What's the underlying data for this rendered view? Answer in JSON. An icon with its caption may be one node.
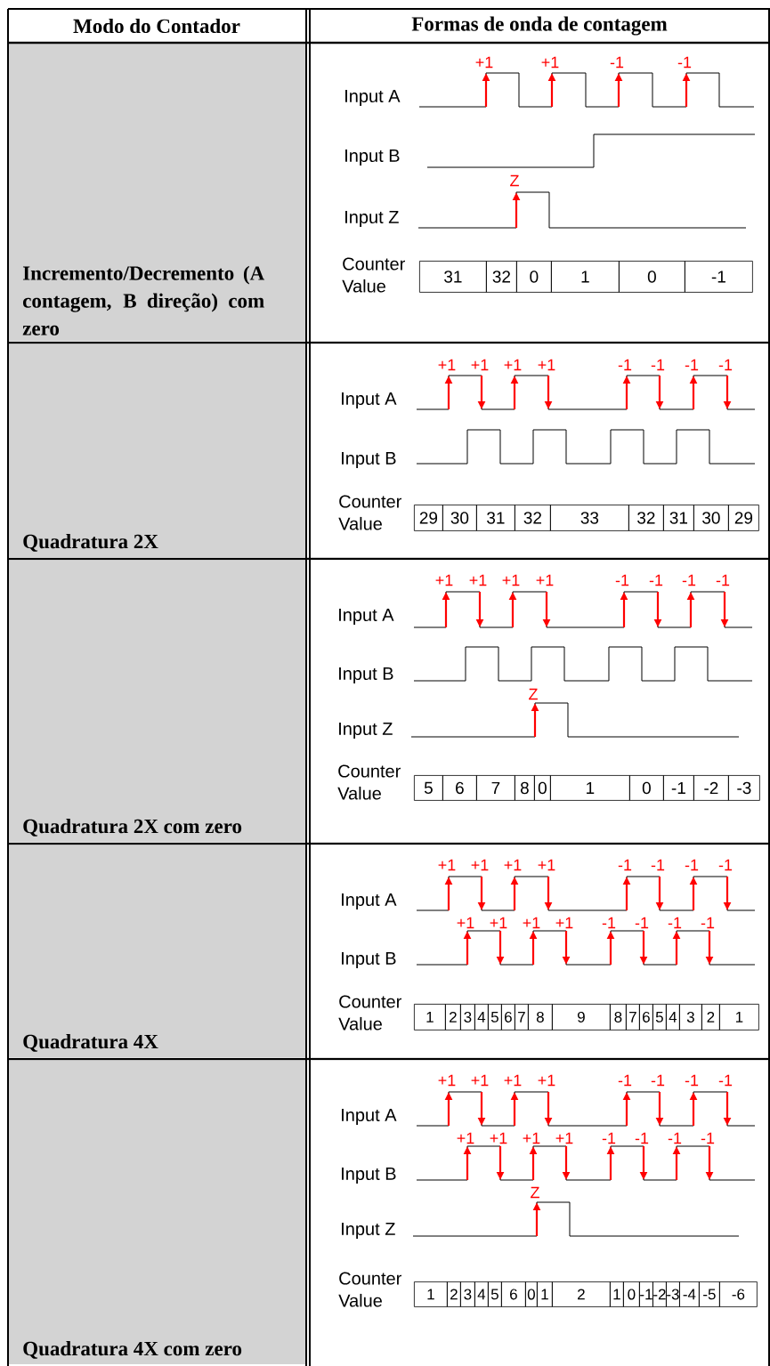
{
  "diagram": {
    "labels": [
      "Modo do Contador",
      "Formas de onda de contagem",
      "Incremento/Decremento (A contagem, B direção) com zero",
      "+1",
      "+1",
      "-1",
      "-1",
      "Input A",
      "Input B",
      "Z",
      "Input Z",
      "Counter Value",
      "31",
      "32",
      "0",
      "1",
      "0",
      "-1",
      "Quadratura 2X",
      "+1",
      "+1",
      "+1",
      "+1",
      "-1",
      "-1",
      "-1",
      "-1",
      "Input A",
      "Input B",
      "Counter Value",
      "29",
      "30",
      "31",
      "32",
      "33",
      "32",
      "31",
      "30",
      "29",
      "Quadratura 2X com zero",
      "+1",
      "+1",
      "+1",
      "+1",
      "-1",
      "-1",
      "-1",
      "-1",
      "Input A",
      "Input B",
      "Z",
      "Input Z",
      "Counter Value",
      "5",
      "6",
      "7",
      "8",
      "0",
      "1",
      "0",
      "-1",
      "-2",
      "-3",
      "Quadratura 4X",
      "+1",
      "+1",
      "+1",
      "+1",
      "-1",
      "-1",
      "-1",
      "-1",
      "Input A",
      "+1",
      "+1",
      "+1",
      "+1",
      "-1",
      "-1",
      "-1",
      "-1",
      "Input B",
      "Counter Value",
      "1",
      "2",
      "3",
      "4",
      "5",
      "6",
      "7",
      "8",
      "9",
      "8",
      "7",
      "6",
      "5",
      "4",
      "3",
      "2",
      "1",
      "Quadratura 4X com zero",
      "+1",
      "+1",
      "+1",
      "+1",
      "-1",
      "-1",
      "-1",
      "-1",
      "Input A",
      "+1",
      "+1",
      "+1",
      "+1",
      "-1",
      "-1",
      "-1",
      "-1",
      "Input B",
      "Z",
      "Input Z",
      "Counter Value",
      "1",
      "2",
      "3",
      "4",
      "5",
      "6",
      "0",
      "1",
      "2",
      "1",
      "0",
      "-1",
      "-2",
      "-3",
      "-4",
      "-5",
      "-6"
    ]
  }
}
